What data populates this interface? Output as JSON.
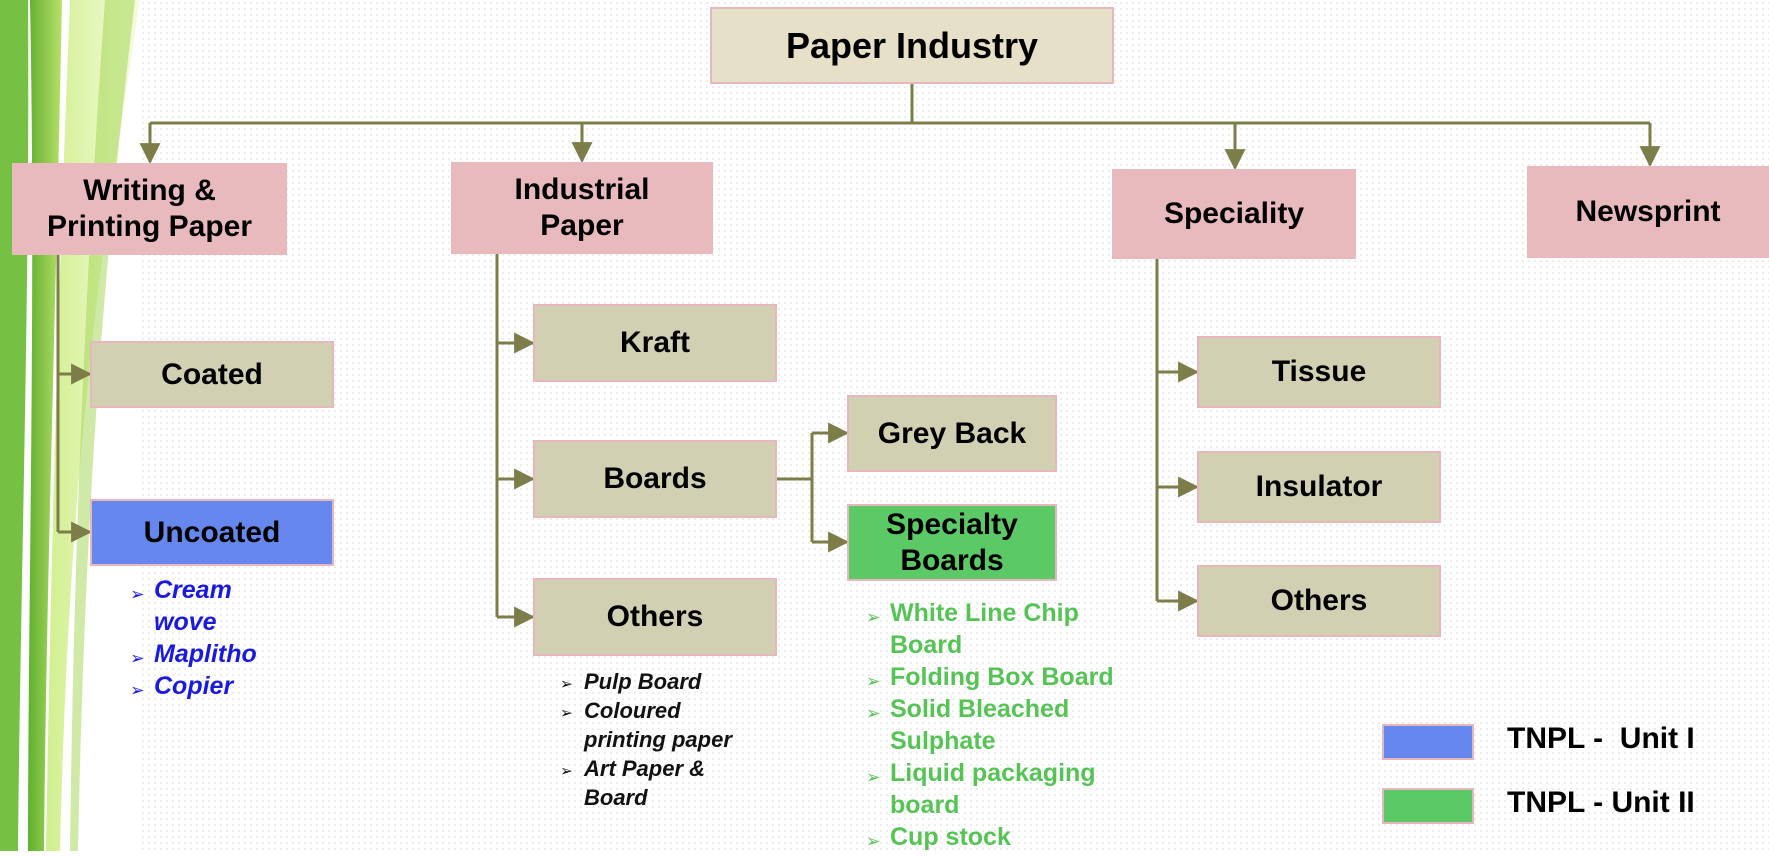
{
  "root": "Paper Industry",
  "categories": {
    "writing": "Writing &\nPrinting Paper",
    "industrial": "Industrial\nPaper",
    "speciality": "Speciality",
    "newsprint": "Newsprint"
  },
  "writing_children": {
    "coated": "Coated",
    "uncoated": "Uncoated"
  },
  "uncoated_items": [
    "Cream wove",
    "Maplitho",
    "Copier"
  ],
  "industrial_children": {
    "kraft": "Kraft",
    "boards": "Boards",
    "others": "Others"
  },
  "boards_children": {
    "grey_back": "Grey Back",
    "specialty_boards": "Specialty\nBoards"
  },
  "others_items": [
    "Pulp Board",
    "Coloured printing paper",
    "Art Paper & Board"
  ],
  "specialty_boards_items": [
    "White Line Chip Board",
    "Folding Box Board",
    "Solid Bleached Sulphate",
    "Liquid packaging board",
    "Cup stock"
  ],
  "speciality_children": {
    "tissue": "Tissue",
    "insulator": "Insulator",
    "others": "Others"
  },
  "legend": [
    {
      "label": "TNPL -  Unit I",
      "color": "#6688ee"
    },
    {
      "label": "TNPL - Unit II",
      "color": "#5cc967"
    }
  ],
  "colors": {
    "connector": "#7d7d4a",
    "category": "#e8b9bd",
    "subcategory": "#d2d0b2"
  }
}
